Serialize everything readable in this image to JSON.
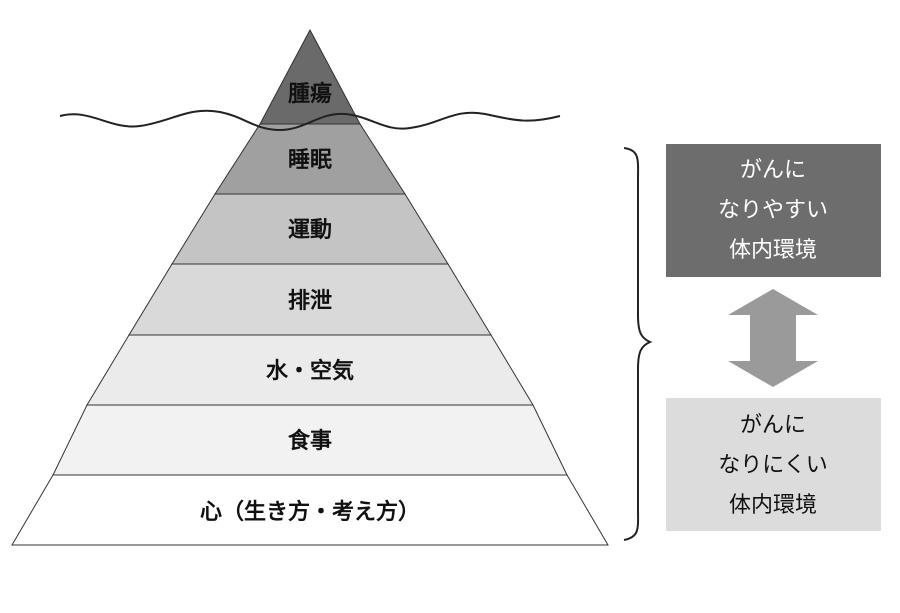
{
  "pyramid": {
    "tip_label": "腫瘍",
    "layers": [
      {
        "label": "睡眠",
        "color": "#a0a0a0"
      },
      {
        "label": "運動",
        "color": "#c4c4c4"
      },
      {
        "label": "排泄",
        "color": "#d9d9d9"
      },
      {
        "label": "水・空気",
        "color": "#ebebeb"
      },
      {
        "label": "食事",
        "color": "#f2f2f2"
      },
      {
        "label": "心（生き方・考え方）",
        "color": "#ffffff"
      }
    ],
    "tip_color": "#6a6a6a"
  },
  "boxes": {
    "prone": {
      "lines": [
        "がんに",
        "なりやすい",
        "体内環境"
      ],
      "bg_color": "#6d6d6d",
      "text_color": "#ffffff"
    },
    "resistant": {
      "lines": [
        "がんに",
        "なりにくい",
        "体内環境"
      ],
      "bg_color": "#dcdcdc",
      "text_color": "#111111"
    }
  },
  "arrow_color": "#9a9a9a"
}
